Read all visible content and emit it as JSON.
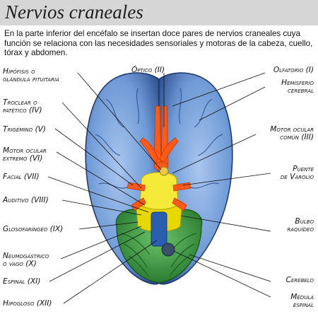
{
  "title": "Nervios craneales",
  "intro": "En la parte inferior del encéfalo se insertan doce pares de nervios craneales cuya función se relaciona con las necesidades sensoriales y motoras de la cabeza, cuello, tórax y abdomen.",
  "labels_left": [
    {
      "id": "hipofisis",
      "line1": "Hipófisis o",
      "line2": "glándula pituitaria"
    },
    {
      "id": "troclear",
      "line1": "Troclear o",
      "line2": "patético (IV)"
    },
    {
      "id": "trigemino",
      "line1": "Trigémino (V)",
      "line2": ""
    },
    {
      "id": "motor-ocular-externo",
      "line1": "Motor ocular",
      "line2": "extremo (VI)"
    },
    {
      "id": "facial",
      "line1": "Facial (VII)",
      "line2": ""
    },
    {
      "id": "auditivo",
      "line1": "Auditivo (VIII)",
      "line2": ""
    },
    {
      "id": "glosofaringeo",
      "line1": "Glosofaríngeo (IX)",
      "line2": ""
    },
    {
      "id": "neumogastrico",
      "line1": "Neumogástrico",
      "line2": "o vago (X)"
    },
    {
      "id": "espinal",
      "line1": "Espinal (XI)",
      "line2": ""
    },
    {
      "id": "hipogloso",
      "line1": "Hipogloso (XII)",
      "line2": ""
    }
  ],
  "labels_right": [
    {
      "id": "olfatorio",
      "line1": "Olfatorio (I)",
      "line2": ""
    },
    {
      "id": "hemisferio",
      "line1": "Hemisferio",
      "line2": "cerebral"
    },
    {
      "id": "motor-ocular-comun",
      "line1": "Motor ocular",
      "line2": "común (III)"
    },
    {
      "id": "puente",
      "line1": "Puente",
      "line2": "de Varolio"
    },
    {
      "id": "bulbo",
      "line1": "Bulbo",
      "line2": "raquídeo"
    },
    {
      "id": "cerebelo",
      "line1": "Cerebelo",
      "line2": ""
    },
    {
      "id": "medula",
      "line1": "Médula",
      "line2": "espinal"
    }
  ],
  "label_top": {
    "id": "optico",
    "line1": "Óptico (II)"
  },
  "colors": {
    "title_bar": "#d6d6d6",
    "brain_blue": "#6f9ad6",
    "brain_dark": "#2a4c8c",
    "nerve_orange": "#ff5a1a",
    "pons_yellow": "#f5ea3a",
    "medulla_yellow": "#e8d800",
    "cerebellum_green": "#3a9a3e",
    "spinal_blue": "#2a5fb0"
  }
}
